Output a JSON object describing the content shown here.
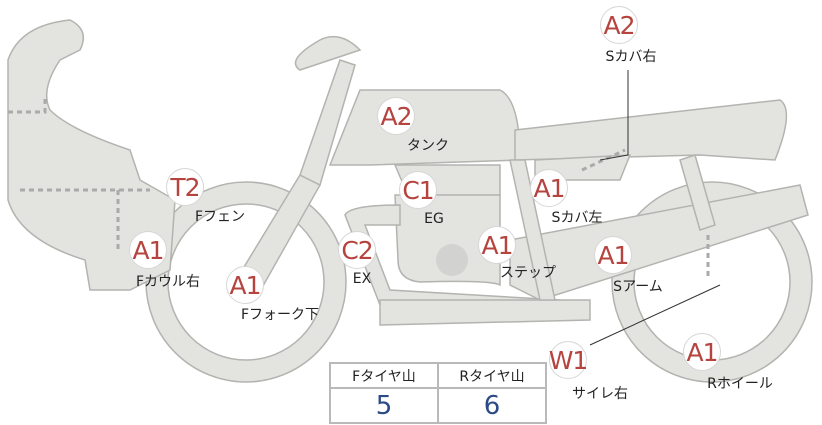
{
  "colors": {
    "grade": "#b5443f",
    "value": "#2c4a86",
    "part_fill": "#e3e3e0",
    "part_stroke": "#b3b3b0"
  },
  "parts": [
    {
      "grade": "A2",
      "label": "Sカバ右"
    },
    {
      "grade": "A2",
      "label": "タンク"
    },
    {
      "grade": "T2",
      "label": "Fフェン"
    },
    {
      "grade": "C1",
      "label": "EG"
    },
    {
      "grade": "A1",
      "label": "Sカバ左"
    },
    {
      "grade": "A1",
      "label": "Fカウル右"
    },
    {
      "grade": "C2",
      "label": "EX"
    },
    {
      "grade": "A1",
      "label": "ステップ"
    },
    {
      "grade": "A1",
      "label": "Sアーム"
    },
    {
      "grade": "A1",
      "label": "Fフォーク下"
    },
    {
      "grade": "W1",
      "label": "サイレ右"
    },
    {
      "grade": "A1",
      "label": "Rホイール"
    }
  ],
  "tire_table": {
    "headers": [
      "Fタイヤ山",
      "Rタイヤ山"
    ],
    "values": [
      "5",
      "6"
    ]
  }
}
